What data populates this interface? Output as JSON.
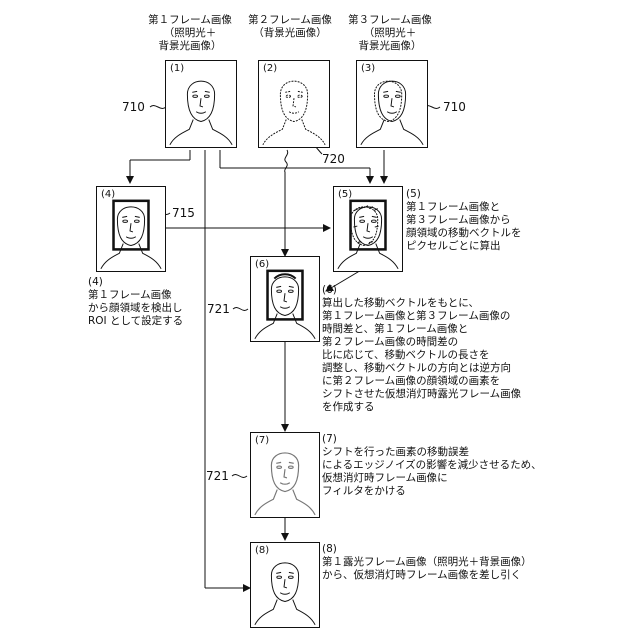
{
  "headers": {
    "frame1": "第１フレーム画像\n（照明光＋\n背景光画像）",
    "frame2": "第２フレーム画像\n（背景光画像）",
    "frame3": "第３フレーム画像\n（照明光＋\n背景光画像）"
  },
  "frame_numbers": [
    "(1)",
    "(2)",
    "(3)",
    "(4)",
    "(5)",
    "(6)",
    "(7)",
    "(8)"
  ],
  "refs": {
    "r710_left": "710",
    "r710_right": "710",
    "r720": "720",
    "r715": "715",
    "r721_a": "721",
    "r721_b": "721"
  },
  "steps": {
    "s4_num": "(4)",
    "s4": "第１フレーム画像\nから顔領域を検出し\nROI として設定する",
    "s5_num": "(5)",
    "s5": "第１フレーム画像と\n第３フレーム画像から\n顔領域の移動ベクトルを\nピクセルごとに算出",
    "s6_num": "(6)",
    "s6": "算出した移動ベクトルをもとに、\n第１フレーム画像と第３フレーム画像の\n時間差と、第１フレーム画像と\n第２フレーム画像の時間差の\n比に応じて、移動ベクトルの長さを\n調整し、移動ベクトルの方向とは逆方向\nに第２フレーム画像の顔領域の画素を\nシフトさせた仮想消灯時露光フレーム画像\nを作成する",
    "s7_num": "(7)",
    "s7": "シフトを行った画素の移動誤差\nによるエッジノイズの影響を減少させるため、\n仮想消灯時フレーム画像に\nフィルタをかける",
    "s8_num": "(8)",
    "s8": "第１露光フレーム画像（照明光＋背景画像）\nから、仮想消灯時フレーム画像を差し引く"
  }
}
